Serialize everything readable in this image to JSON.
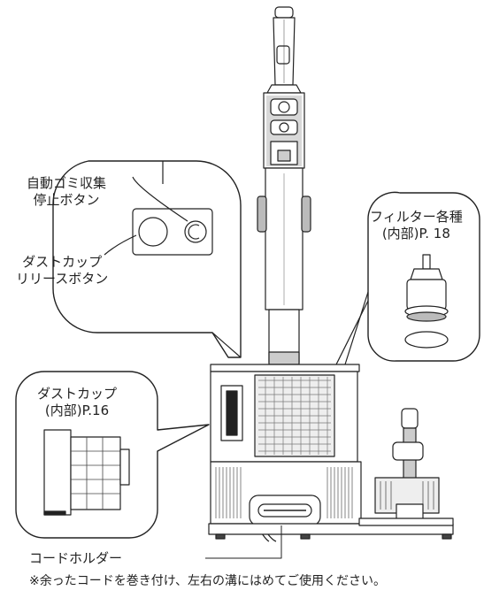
{
  "callouts": {
    "stop_button": [
      "自動ゴミ収集",
      "停止ボタン"
    ],
    "release_button": [
      "ダストカップ",
      "リリースボタン"
    ],
    "filters": [
      "フィルター各種",
      "(内部)P. 18"
    ],
    "dust_cup": [
      "ダストカップ",
      "(内部)P.16"
    ],
    "cord_holder": "コードホルダー"
  },
  "note": "※余ったコードを巻き付け、左右の溝にはめてご使用ください。",
  "colors": {
    "line": "#222222",
    "shade": "#9a9a9a",
    "light": "#e6e6e6"
  }
}
